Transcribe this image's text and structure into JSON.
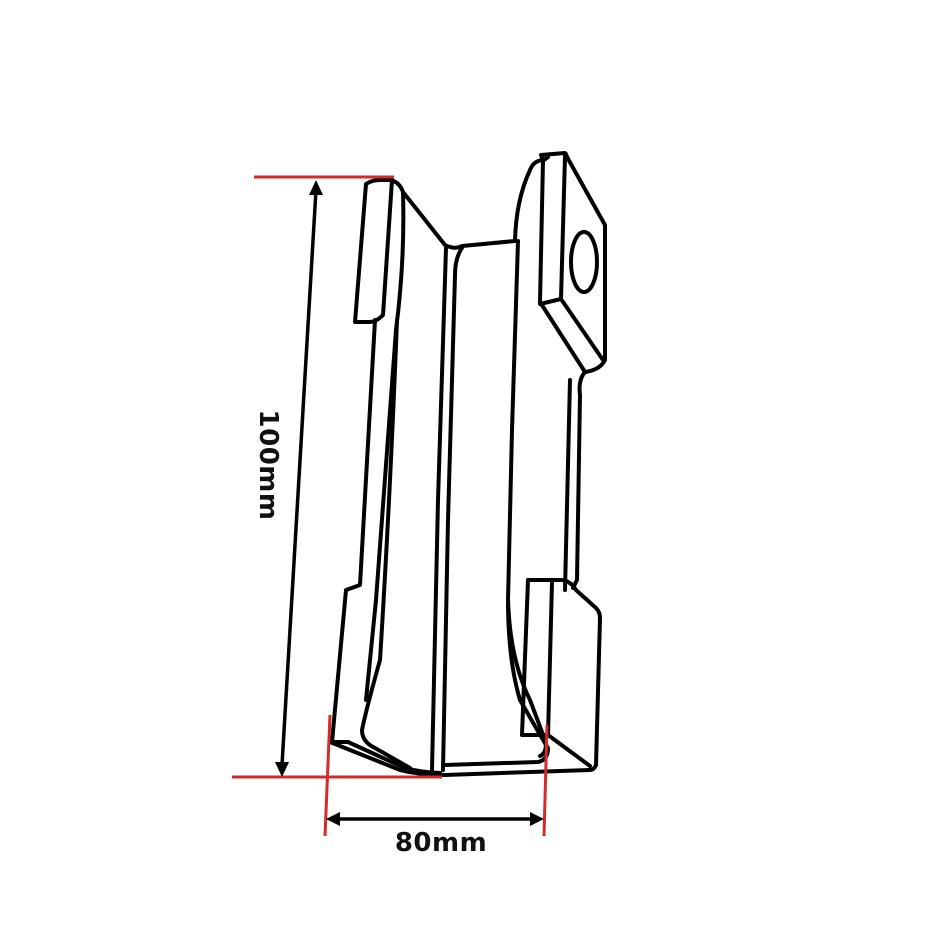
{
  "diagram": {
    "type": "technical dimension drawing",
    "subject": "bent metal bracket / holder with mounting hole tab",
    "colors": {
      "background": "#ffffff",
      "outline": "#000000",
      "extension_lines": "#d22b2b",
      "dimension_lines": "#000000"
    },
    "dimensions": {
      "height": {
        "label": "100mm",
        "orientation": "vertical",
        "text_rotation_deg": 90
      },
      "width": {
        "label": "80mm",
        "orientation": "horizontal"
      }
    }
  }
}
